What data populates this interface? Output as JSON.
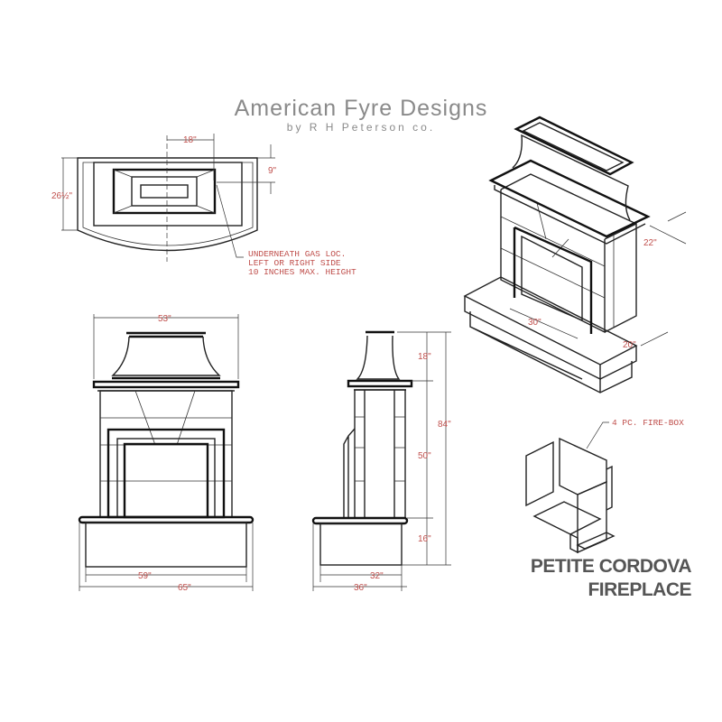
{
  "brand": {
    "name": "American Fyre Designs",
    "tagline": "by R H Peterson co."
  },
  "product": {
    "title_line1": "PETITE CORDOVA",
    "title_line2": "FIREPLACE"
  },
  "views": {
    "top_view": {
      "dimensions": {
        "depth": "26½\"",
        "opening_width": "18\"",
        "gas_offset": "9\""
      },
      "note_lines": [
        "UNDERNEATH GAS LOC.",
        "LEFT OR RIGHT SIDE",
        "10 INCHES MAX. HEIGHT"
      ]
    },
    "front_view": {
      "dimensions": {
        "top_width": "53\"",
        "base_inner_width": "59\"",
        "base_width": "65\""
      }
    },
    "side_view": {
      "dimensions": {
        "chimney_height": "18\"",
        "body_height": "50\"",
        "base_height": "16\"",
        "total_height": "84\"",
        "base_inner_depth": "32\"",
        "base_depth": "36\""
      }
    },
    "isometric_view": {
      "dimensions": {
        "firebox_width": "30\"",
        "body_depth": "22\"",
        "base_depth": "20\""
      }
    },
    "firebox_view": {
      "label": "4 PC. FIRE-BOX"
    }
  },
  "colors": {
    "dimension_text": "#c0504d",
    "line": "#222222",
    "logo": "#8a8a8a",
    "title": "#555555"
  }
}
